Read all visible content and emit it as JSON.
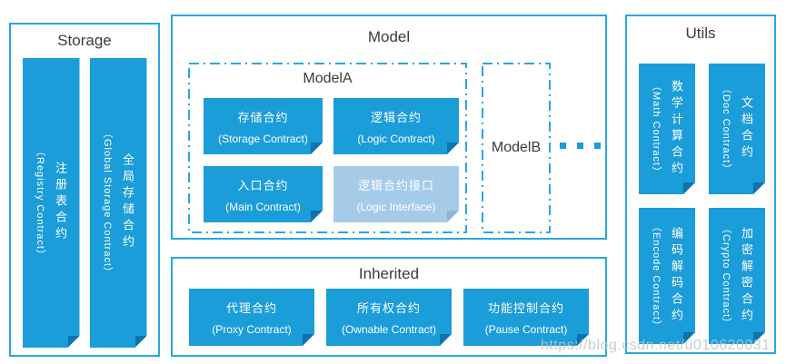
{
  "colors": {
    "accent_border": "#29a7e2",
    "box_blue": "#1b9dd9",
    "box_fold": "#0e72ad",
    "box_light_blue": "#a6cbe9",
    "box_light_fold": "#8fb4d6",
    "title_text": "#3b3b3b",
    "box_text": "#ffffff",
    "watermark_text": "#c0c4c8"
  },
  "storage": {
    "title": "Storage",
    "items": [
      {
        "zh": "注册表合约",
        "en": "（Registry Contract）"
      },
      {
        "zh": "全局存储合约",
        "en": "（Global Storage Contract）"
      }
    ]
  },
  "model": {
    "title": "Model",
    "model_a": {
      "title": "ModelA",
      "items": [
        {
          "zh": "存储合约",
          "en": "(Storage Contract)",
          "variant": "solid"
        },
        {
          "zh": "逻辑合约",
          "en": "(Logic Contract)",
          "variant": "solid"
        },
        {
          "zh": "入口合约",
          "en": "(Main Contract)",
          "variant": "solid"
        },
        {
          "zh": "逻辑合约接口",
          "en": "(Logic Interface)",
          "variant": "light"
        }
      ]
    },
    "model_b": {
      "title": "ModelB"
    },
    "more_indicator": "three-dots-ellipsis"
  },
  "inherited": {
    "title": "Inherited",
    "items": [
      {
        "zh": "代理合约",
        "en": "(Proxy Contract)"
      },
      {
        "zh": "所有权合约",
        "en": "(Ownable Contract)"
      },
      {
        "zh": "功能控制合约",
        "en": "(Pause Contract)"
      }
    ]
  },
  "utils": {
    "title": "Utils",
    "items": [
      {
        "zh": "数学计算合约",
        "en": "（Math Contract）"
      },
      {
        "zh": "文档合约",
        "en": "（Doc Contract）"
      },
      {
        "zh": "编码解码合约",
        "en": "（Encode Contract）"
      },
      {
        "zh": "加密解密合约",
        "en": "（Crypto Contract）"
      }
    ]
  },
  "watermark": {
    "text": "https://blog.csdn.net/u010620031"
  }
}
